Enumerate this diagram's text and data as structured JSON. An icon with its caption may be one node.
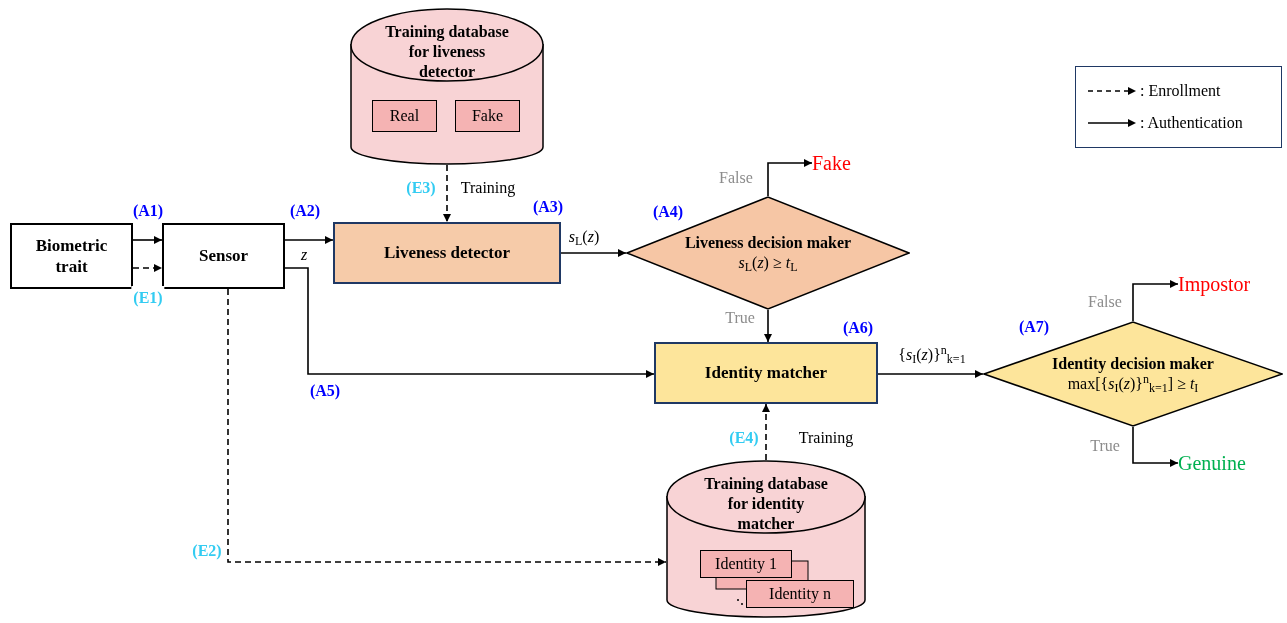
{
  "diagram": {
    "nodes": [
      {
        "text": [
          "Biometric trait"
        ]
      },
      {
        "text": [
          "Sensor"
        ]
      },
      {
        "text": [
          "Training database for liveness detector"
        ]
      },
      {
        "text": [
          "Real"
        ],
        "in": 2
      },
      {
        "text": [
          "Fake"
        ],
        "in": 2
      },
      {
        "text": [
          "Liveness detector"
        ],
        "beside": [
          "(A3)"
        ]
      },
      {
        "text": [
          "Liveness decision maker",
          "*s*$_{L}$(*z*) ≥ *t*$_{L}$"
        ],
        "beside": [
          "(A4)"
        ]
      },
      {
        "text": [
          "Fake"
        ]
      },
      {
        "text": [
          "Identity matcher"
        ],
        "beside": [
          "(A6)"
        ]
      },
      {
        "text": [
          "Identity decision maker",
          "max[{*s*$_{I}$(*z*)}$^{n}$$_{k=1}$] ≥ *t*$_{I}$"
        ],
        "beside": [
          "(A7)"
        ]
      },
      {
        "text": [
          "Impostor"
        ]
      },
      {
        "text": [
          "Genuine"
        ]
      },
      {
        "text": [
          "Training database for identity matcher"
        ]
      },
      {
        "text": [
          "Identity 1"
        ],
        "in": 12
      },
      {
        "text": [
          "Identity n"
        ],
        "in": 12
      }
    ],
    "edges": [
      {
        "from": 0,
        "to": 1,
        "arrow": "to",
        "label": "(A1)"
      },
      {
        "from": 0,
        "to": 1,
        "arrow": "to",
        "label": "(E1)",
        "style": "dashed"
      },
      {
        "from": 1,
        "to": 5,
        "arrow": "to",
        "label": "(A2)"
      },
      {
        "from": 1,
        "to": 8,
        "arrow": "to",
        "label": "(A5)"
      },
      {
        "from": 1,
        "to": 12,
        "arrow": "to",
        "label": "(E2)",
        "style": "dashed"
      },
      {
        "from": 2,
        "to": 5,
        "arrow": "to",
        "label": "Training",
        "style": "dashed"
      },
      {
        "from": 5,
        "to": 6,
        "arrow": "to",
        "label": "*s*$_{L}$(*z*)"
      },
      {
        "from": 6,
        "to": 7,
        "arrow": "to",
        "label": "False"
      },
      {
        "from": 6,
        "to": 8,
        "arrow": "to",
        "label": "True"
      },
      {
        "from": 8,
        "to": 9,
        "arrow": "to",
        "label": "{*s*$_{I}$(*z*)}$^{n}$$_{k=1}$"
      },
      {
        "from": 9,
        "to": 10,
        "arrow": "to",
        "label": "False"
      },
      {
        "from": 9,
        "to": 11,
        "arrow": "to",
        "label": "True"
      },
      {
        "from": 12,
        "to": 8,
        "arrow": "to",
        "label": "Training",
        "style": "dashed"
      }
    ],
    "labels": [
      "(E3)",
      "*z*",
      "(E4)"
    ],
    "legend": [
      {
        "text": ": Enrollment"
      },
      {
        "text": ": Authentication"
      }
    ]
  }
}
